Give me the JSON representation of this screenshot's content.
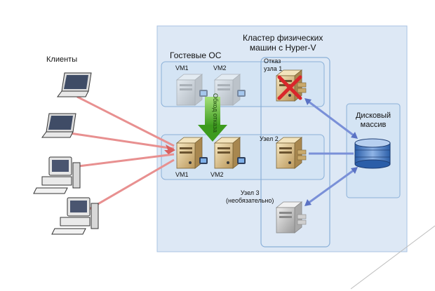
{
  "cluster_title": [
    "Кластер физических",
    "машин с Hyper-V"
  ],
  "clients_label": "Клиенты",
  "guest_os_label": "Гостевые ОС",
  "vm1_top": "VM1",
  "vm2_top": "VM2",
  "vm1_bottom": "VM1",
  "vm2_bottom": "VM2",
  "failover_label": "Обход отказа",
  "node1_label": [
    "Отказ",
    "узла 1"
  ],
  "node2_label": "Узел 2",
  "node3_label": [
    "Узел 3",
    "(необязательно)"
  ],
  "storage_label": [
    "Дисковый",
    "массив"
  ],
  "colors": {
    "cluster_bg": "#dde8f5",
    "panel_border": "#8ab0d8",
    "arrow_red": "#e89090",
    "arrow_blue": "#7a90d8",
    "failover_green": "#4caf2a",
    "fail_x": "#d9262b"
  }
}
